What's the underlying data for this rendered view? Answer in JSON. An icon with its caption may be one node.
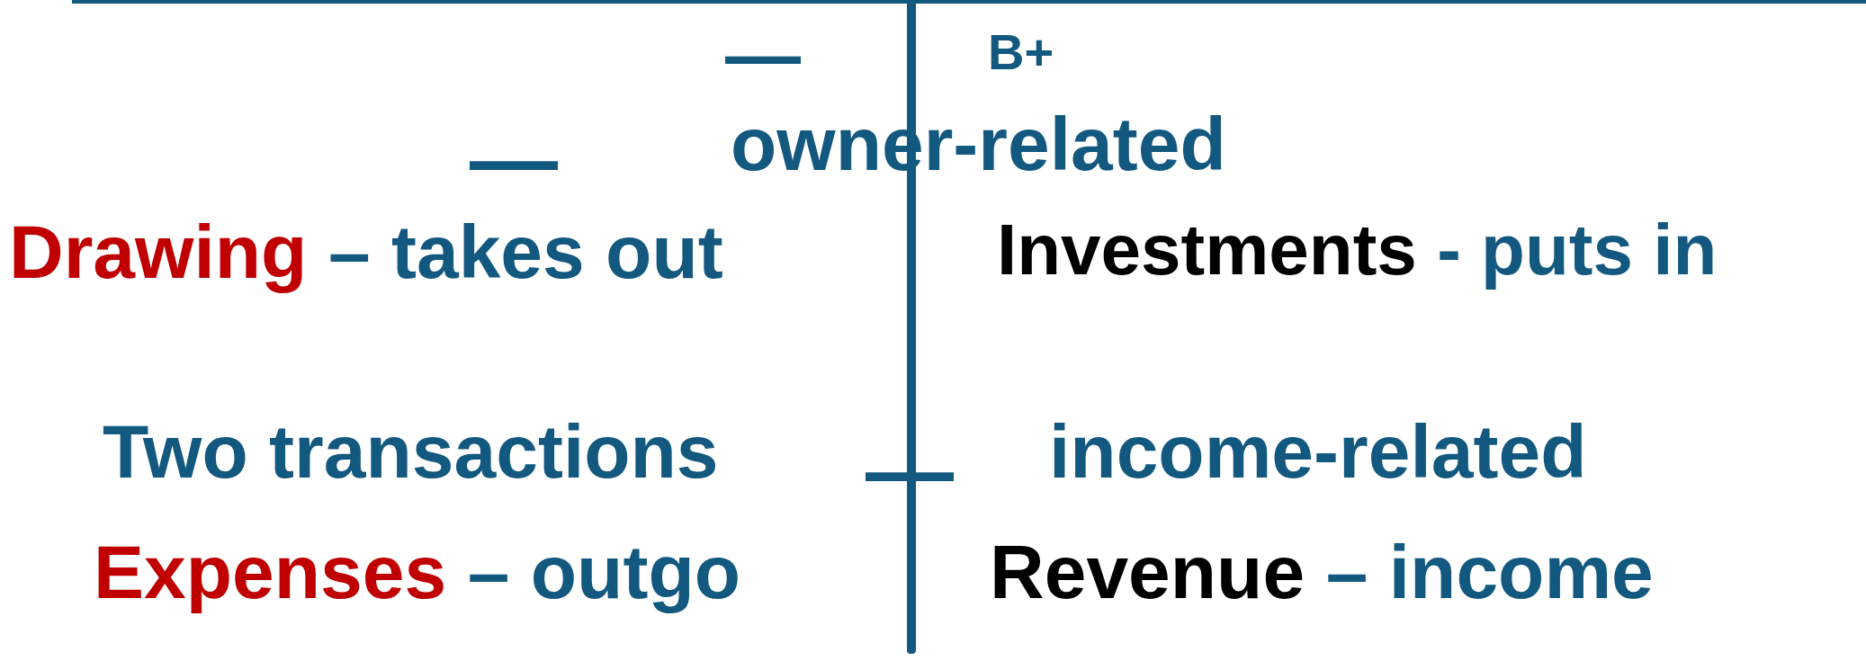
{
  "diagram": {
    "labels": [
      "—",
      "B+",
      "—",
      "owner-related",
      "Drawing",
      "– takes out",
      "Investments",
      "- puts in",
      "Two transactions",
      "—",
      "income-related",
      "Expenses",
      "– outgo",
      "Revenue",
      "– income"
    ]
  }
}
